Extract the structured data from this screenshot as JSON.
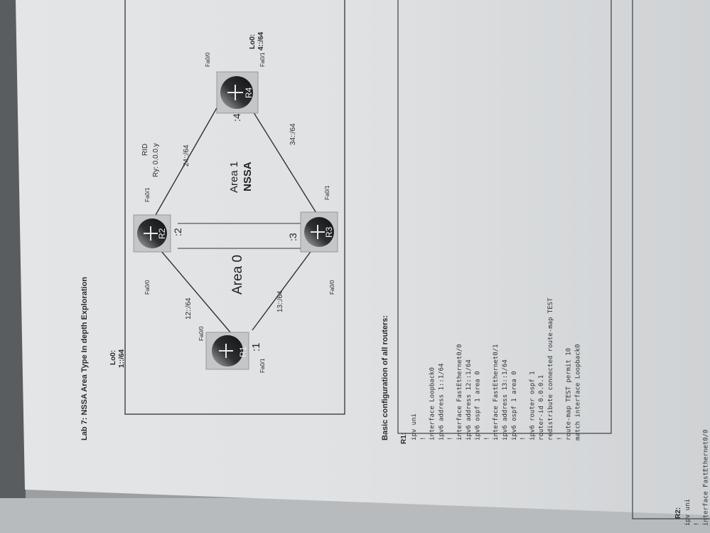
{
  "lab_title": "Lab 7: NSSA Area Type In depth Exploration",
  "rid_label": "RID",
  "rid_value": "Ry: 0.0.0.y",
  "routers": {
    "r1": {
      "name": "R1",
      "suffix": ":1",
      "fa0": "Fa0/0",
      "fa1": "Fa0/1",
      "lo_label": "Lo0:",
      "lo_value": "1::/64"
    },
    "r2": {
      "name": "R2",
      "suffix": ":2",
      "fa0": "Fa0/0",
      "fa1": "Fa0/1"
    },
    "r3": {
      "name": "R3",
      "suffix": ":3",
      "fa0": "Fa0/0",
      "fa1": "Fa0/1"
    },
    "r4": {
      "name": "R4",
      "suffix": ":4",
      "fa0": "Fa0/0",
      "fa1": "Fa0/1",
      "lo_label": "Lo0:",
      "lo_value": "4::/64"
    }
  },
  "links": {
    "r1_r2": "12::/64",
    "r1_r3": "13::/64",
    "r2_r4": "24::/64",
    "r3_r4": "34::/64"
  },
  "areas": {
    "area0": "Area 0",
    "area1_line1": "Area 1",
    "area1_line2": "NSSA"
  },
  "basic_config_heading": "Basic configuration of all routers:",
  "r1_heading": "R1:",
  "r1_config": [
    "ipv uni",
    "!",
    "interface Loopback0",
    " ipv6 address 1::1/64",
    "!",
    "interface FastEthernet0/0",
    " ipv6 address 12::1/64",
    " ipv6 ospf 1 area 0",
    "!",
    "interface FastEthernet0/1",
    " ipv6 address 13::1/64",
    " ipv6 ospf 1 area 0",
    "!",
    "ipv6 router ospf 1",
    " router-id 0.0.0.1",
    " redistribute connected route-map TEST",
    "!",
    "route-map TEST permit 10",
    " match interface Loopback0"
  ],
  "r2_heading": "R2:",
  "r2_config": [
    "ipv uni",
    "!",
    "interface FastEthernet0/0"
  ]
}
